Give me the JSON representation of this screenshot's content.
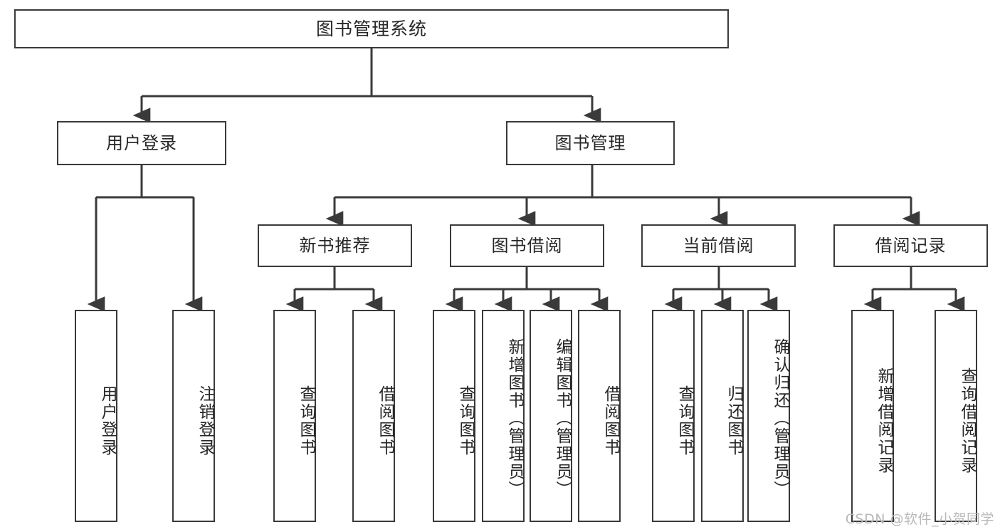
{
  "diagram": {
    "type": "tree",
    "title": "图书管理系统",
    "watermark": "CSDN @软件_小贺同学",
    "colors": {
      "stroke": "#3a3a3a",
      "fill": "#ffffff",
      "text": "#262626",
      "watermark": "#b9b9b9"
    },
    "root": {
      "label": "图书管理系统"
    },
    "level2": [
      {
        "label": "用户登录"
      },
      {
        "label": "图书管理"
      }
    ],
    "level3": [
      {
        "label": "新书推荐"
      },
      {
        "label": "图书借阅"
      },
      {
        "label": "当前借阅"
      },
      {
        "label": "借阅记录"
      }
    ],
    "leaves": {
      "user_login": [
        {
          "label": "用户登录"
        },
        {
          "label": "注销登录"
        }
      ],
      "new_book": [
        {
          "label": "查询图书"
        },
        {
          "label": "借阅图书"
        }
      ],
      "book_borrow": [
        {
          "label": "查询图书"
        },
        {
          "label": "新增图书（管理员）"
        },
        {
          "label": "编辑图书（管理员）"
        },
        {
          "label": "借阅图书"
        }
      ],
      "current_borrow": [
        {
          "label": "查询图书"
        },
        {
          "label": "归还图书"
        },
        {
          "label": "确认归还（管理员）"
        }
      ],
      "borrow_record": [
        {
          "label": "新增借阅记录"
        },
        {
          "label": "查询借阅记录"
        }
      ]
    }
  }
}
